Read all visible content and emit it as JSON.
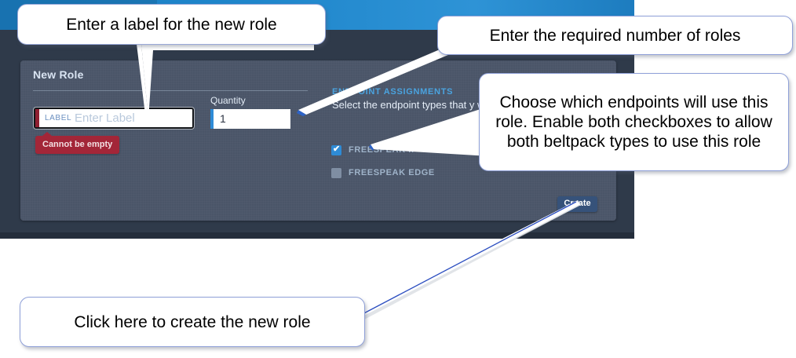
{
  "app": {
    "header_bar_color": "#1f86cb",
    "background_color": "#2f3a4a",
    "card_color": "#4a5568"
  },
  "card": {
    "title": "New Role"
  },
  "label_field": {
    "tag": "LABEL",
    "placeholder": "Enter Label",
    "value": "",
    "accent_color": "#8f1f31",
    "error": "Cannot be empty"
  },
  "quantity_field": {
    "label": "Quantity",
    "value": "1",
    "accent_color": "#2e8bd6"
  },
  "endpoint_assignments": {
    "title": "ENDPOINT ASSIGNMENTS",
    "description": "Select the endpoint types that y                with.",
    "title_color": "#4aa3df",
    "checkboxes": [
      {
        "label": "FREESPEAK II",
        "checked": true,
        "check_glyph": "✔",
        "color": "#2e8bd6"
      },
      {
        "label": "FREESPEAK EDGE",
        "checked": false,
        "check_glyph": "",
        "color": "#7f8ea3"
      }
    ]
  },
  "actions": {
    "create_label": "Create",
    "create_color": "#36527a"
  },
  "callouts": [
    {
      "id": "label",
      "text": "Enter a label for the new role"
    },
    {
      "id": "qty",
      "text": "Enter the required number of roles"
    },
    {
      "id": "ep",
      "text": "Choose which endpoints will use this role. Enable both checkboxes to allow both beltpack types to use this role"
    },
    {
      "id": "create",
      "text": "Click here to create the new role"
    }
  ]
}
